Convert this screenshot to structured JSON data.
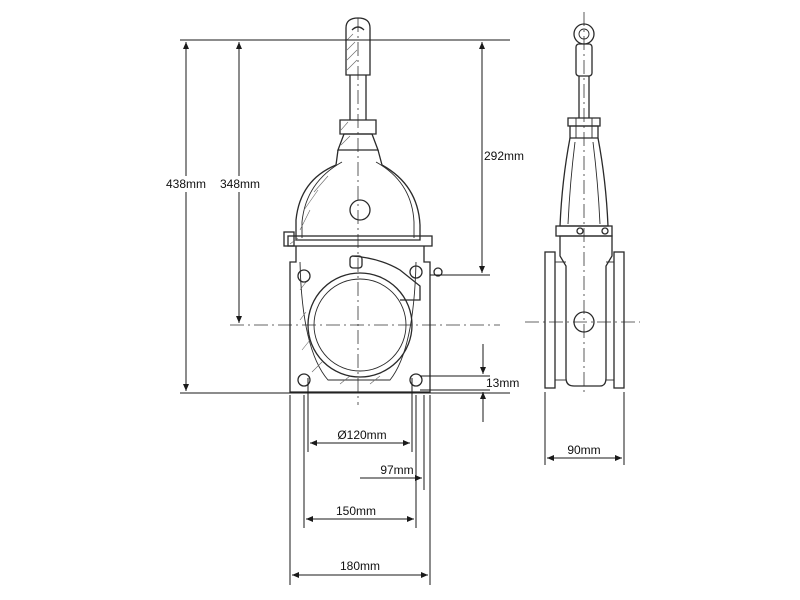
{
  "dimensions": {
    "overall_height": "438mm",
    "to_centre_height": "348mm",
    "spindle_height": "292mm",
    "bore_diameter": "Ø120mm",
    "half_width": "97mm",
    "flange_width": "150mm",
    "overall_width": "180mm",
    "flange_thickness": "13mm",
    "body_depth": "90mm"
  },
  "colors": {
    "line": "#2a2a2a",
    "background": "#ffffff"
  },
  "views": [
    "front-section-view",
    "side-view"
  ]
}
